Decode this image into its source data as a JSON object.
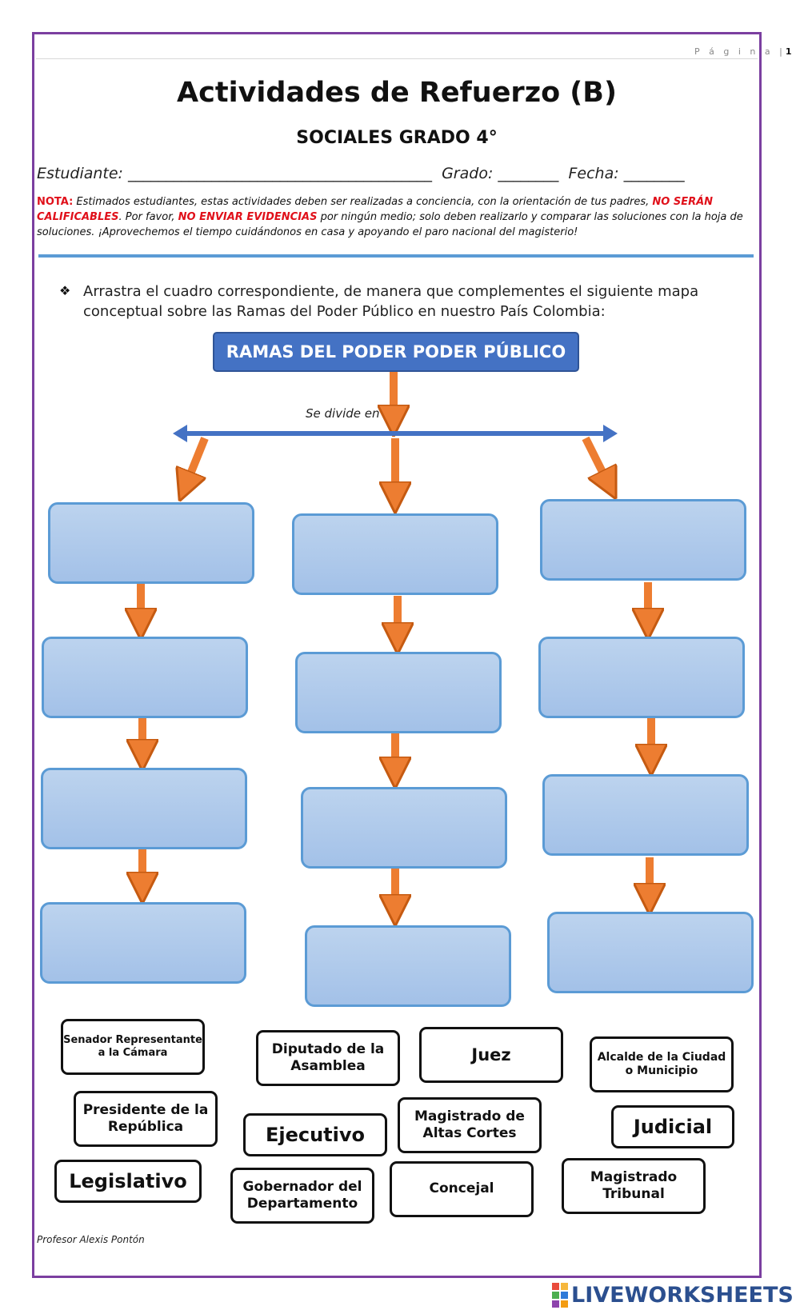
{
  "page": {
    "label": "P á g i n a  |",
    "number": "1"
  },
  "header": {
    "title": "Actividades de Refuerzo (B)",
    "subtitle": "SOCIALES GRADO 4°",
    "student_line": "Estudiante: ________________________________________  Grado: ________  Fecha: ________"
  },
  "note": {
    "lead": "NOTA:",
    "part1": " Estimados estudiantes, estas actividades deben ser realizadas a conciencia, con la orientación de tus padres, ",
    "red1": "NO SERÁN CALIFICABLES",
    "part2": ". Por favor, ",
    "red2": "NO ENVIAR EVIDENCIAS",
    "part3": " por ningún medio; solo deben realizarlo y comparar las soluciones con la hoja de soluciones. ¡Aprovechemos el tiempo cuidándonos en casa y apoyando el paro nacional del magisterio!"
  },
  "instruction": {
    "bullet": "❖",
    "text": "Arrastra el cuadro correspondiente, de manera que complementes el siguiente mapa conceptual sobre las Ramas del Poder Público en nuestro País Colombia:"
  },
  "diagram": {
    "header": "RAMAS DEL PODER PODER PÚBLICO",
    "divide_label": "Se divide en",
    "colors": {
      "header_fill": "#4472c4",
      "bar": "#4472c4",
      "arrow": "#ed7d31",
      "box_border": "#5b9bd5",
      "box_fill": "#a3c1e8"
    }
  },
  "word_bank": [
    {
      "text": "Senador Representante a la Cámara"
    },
    {
      "text": "Diputado de la Asamblea"
    },
    {
      "text": "Juez"
    },
    {
      "text": "Alcalde de la Ciudad o Municipio"
    },
    {
      "text": "Presidente de la República"
    },
    {
      "text": "Ejecutivo"
    },
    {
      "text": "Magistrado de Altas Cortes"
    },
    {
      "text": "Judicial"
    },
    {
      "text": "Legislativo"
    },
    {
      "text": "Gobernador del Departamento"
    },
    {
      "text": "Concejal"
    },
    {
      "text": "Magistrado Tribunal"
    }
  ],
  "footer": {
    "credit": "Profesor Alexis Pontón",
    "brand": "LIVEWORKSHEETS"
  }
}
